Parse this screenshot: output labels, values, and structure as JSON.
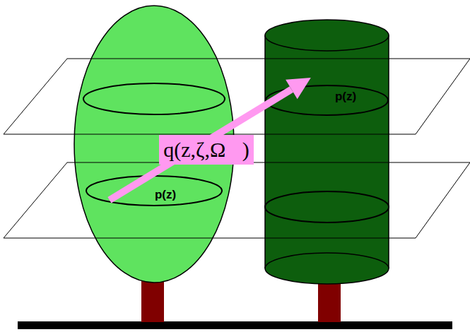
{
  "diagram": {
    "nodes": [
      {
        "text": [
          "p(z)"
        ]
      },
      {
        "text": [
          "p(z)"
        ]
      }
    ],
    "edges": [
      {
        "from": 0,
        "to": 1,
        "arrow": "to",
        "label": "q(z,ζ,Ω⃗)"
      }
    ]
  }
}
